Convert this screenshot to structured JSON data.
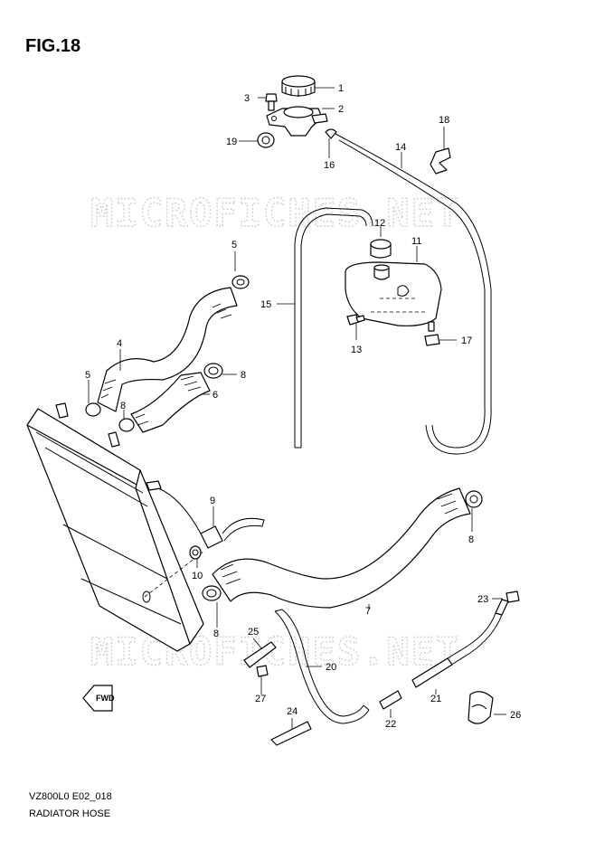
{
  "figure": {
    "title": "FIG.18",
    "code": "VZ800L0 E02_018",
    "caption": "RADIATOR HOSE",
    "watermark": "MICROFICHES.NET",
    "direction_label": "FWD"
  },
  "callouts": [
    "1",
    "2",
    "3",
    "4",
    "5",
    "5",
    "6",
    "7",
    "8",
    "8",
    "8",
    "8",
    "9",
    "10",
    "11",
    "12",
    "13",
    "14",
    "15",
    "16",
    "17",
    "18",
    "19",
    "20",
    "21",
    "22",
    "23",
    "24",
    "25",
    "26",
    "27"
  ]
}
